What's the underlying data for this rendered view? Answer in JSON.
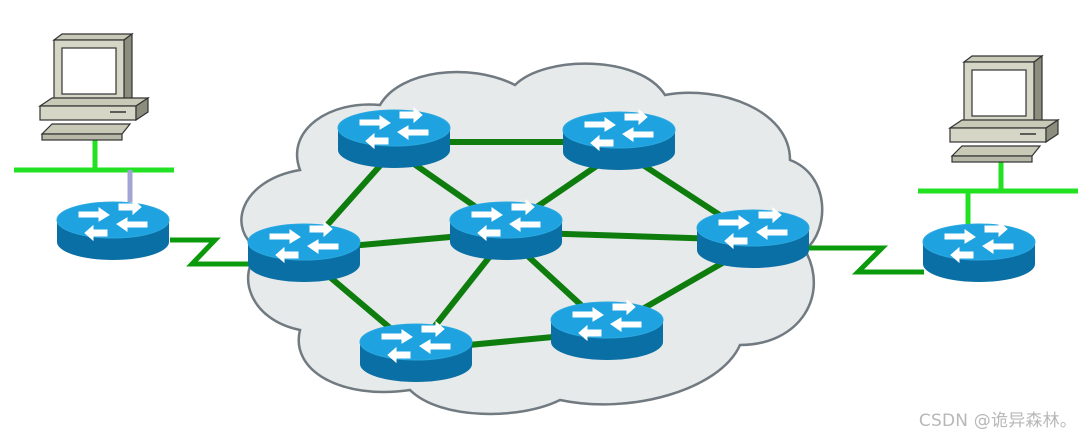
{
  "diagram": {
    "cloud_color": "#e6eaeb",
    "cloud_stroke": "#707a80",
    "link_color": "#0e7d0e",
    "lan_color": "#22e022",
    "wan_color": "#0b9a0b",
    "router_colors": {
      "top": "#1ea3e0",
      "side": "#0a6fa4",
      "arrows": "#ffffff"
    },
    "nodes": [
      {
        "id": "host-left",
        "kind": "computer"
      },
      {
        "id": "host-right",
        "kind": "computer"
      },
      {
        "id": "edge-router-left",
        "kind": "router"
      },
      {
        "id": "edge-router-right",
        "kind": "router"
      },
      {
        "id": "core-router-top-left",
        "kind": "router"
      },
      {
        "id": "core-router-top-right",
        "kind": "router"
      },
      {
        "id": "core-router-center",
        "kind": "router"
      },
      {
        "id": "core-router-left",
        "kind": "router"
      },
      {
        "id": "core-router-right",
        "kind": "router"
      },
      {
        "id": "core-router-bottom-left",
        "kind": "router"
      },
      {
        "id": "core-router-bottom-right",
        "kind": "router"
      }
    ]
  },
  "watermark": "CSDN @诡异森林。"
}
